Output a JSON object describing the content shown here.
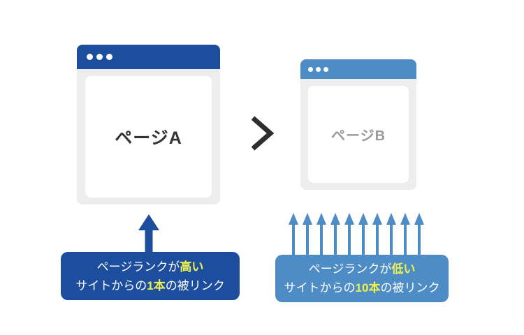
{
  "diagram": {
    "left_window": {
      "title_text": "ページA"
    },
    "right_window": {
      "title_text": "ページB"
    },
    "comparison": {
      "symbol": ">"
    },
    "left_label": {
      "line1_pre": "ページランクが",
      "line1_em": "高い",
      "line2_pre": "サイトからの",
      "line2_em": "1本",
      "line2_post": "の被リンク"
    },
    "right_label": {
      "line1_pre": "ページランクが",
      "line1_em": "低い",
      "line2_pre": "サイトからの",
      "line2_em": "10本",
      "line2_post": "の被リンク"
    },
    "arrows": {
      "left_count": 1,
      "right_count": 10
    },
    "colors": {
      "dark_blue": "#1d4e9e",
      "light_blue": "#4e8cc6",
      "highlight_yellow": "#eef04e",
      "window_gray": "#ededed",
      "text_dark": "#333333",
      "text_gray": "#9b9b9b"
    }
  }
}
